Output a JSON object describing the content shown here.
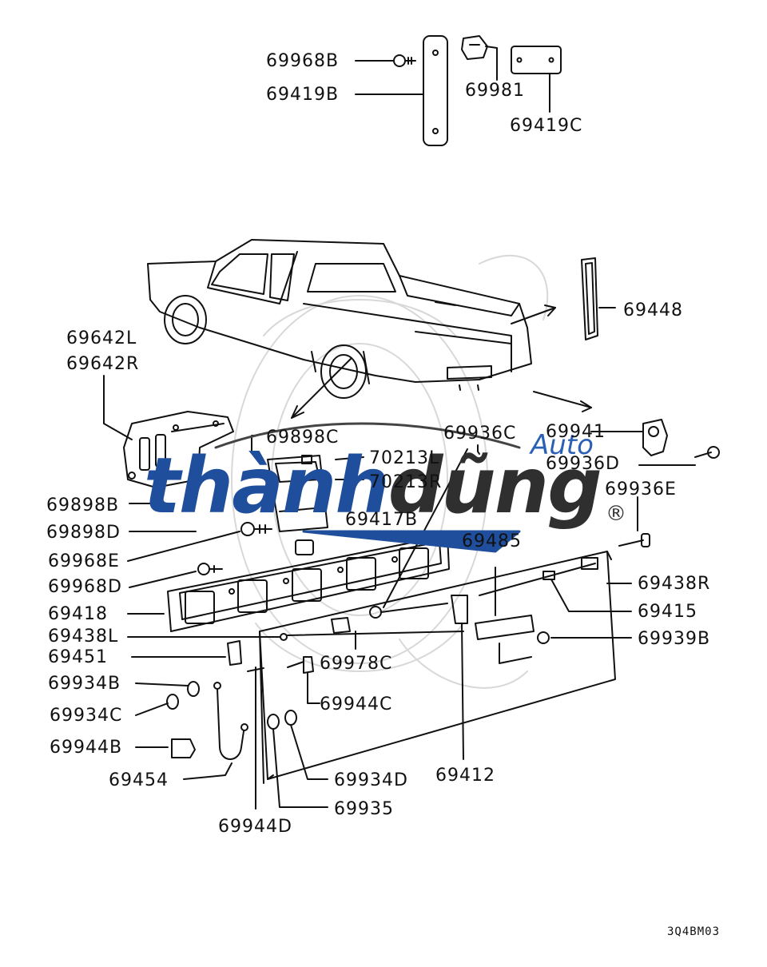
{
  "labels": {
    "p69968B": "69968B",
    "p69419B": "69419B",
    "p69981": "69981",
    "p69419C": "69419C",
    "p69448": "69448",
    "p69642L": "69642L",
    "p69642R": "69642R",
    "p69898C": "69898C",
    "p69936C": "69936C",
    "p70213L": "70213L",
    "p70213R": "70213R",
    "p69941": "69941",
    "p69936D": "69936D",
    "p69898B": "69898B",
    "p69936E": "69936E",
    "p69898D": "69898D",
    "p69417B": "69417B",
    "p69968E": "69968E",
    "p69485": "69485",
    "p69968D": "69968D",
    "p69438R": "69438R",
    "p69418": "69418",
    "p69415": "69415",
    "p69438L": "69438L",
    "p69939B": "69939B",
    "p69451": "69451",
    "p69978C": "69978C",
    "p69934B": "69934B",
    "p69944C": "69944C",
    "p69934C": "69934C",
    "p69944B": "69944B",
    "p69454": "69454",
    "p69934D": "69934D",
    "p69412": "69412",
    "p69935": "69935",
    "p69944D": "69944D"
  },
  "diagram_code": "3Q4BM03",
  "watermark": {
    "brand_part1": "thành",
    "brand_part2": "dũng",
    "auto": "Auto",
    "registered": "®",
    "color_blue": "#1f4e9d",
    "color_dark": "#2f2f2f"
  }
}
